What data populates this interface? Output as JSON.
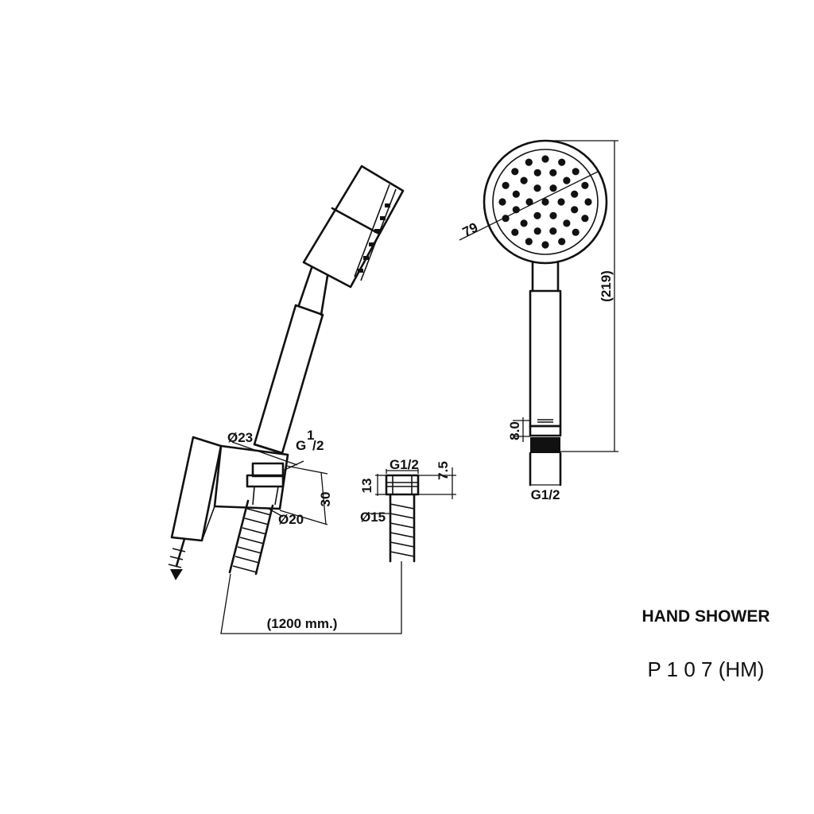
{
  "title": {
    "name": "HAND SHOWER",
    "code": "P 1 0 7 (HM)"
  },
  "dimensions": {
    "side_diameter_top": "Ø23",
    "side_thread_prefix": "G",
    "side_thread_num": "1",
    "side_thread_den": "2",
    "side_height": "30",
    "side_diameter_bottom": "Ø20",
    "hose_length": "(1200 mm.)",
    "nut_thread": "G1/2",
    "nut_length": "7.5",
    "nut_height": "13",
    "nut_diameter": "Ø15",
    "head_diameter": "79",
    "total_length": "(219)",
    "collar_height": "8.0",
    "handle_thread": "G1/2"
  },
  "colors": {
    "line": "#111111",
    "background": "#ffffff"
  }
}
